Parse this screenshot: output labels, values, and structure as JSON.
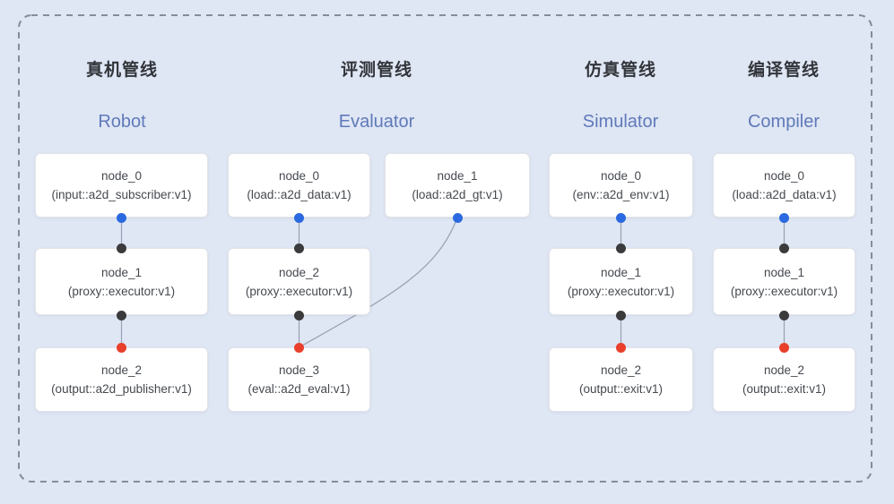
{
  "colors": {
    "background": "#dfe6f4",
    "border_dash": "#878d96",
    "node_bg": "#ffffff",
    "node_border": "#e3e4e8",
    "edge": "#97a1b2",
    "dot_blue": "#2b69e0",
    "dot_black": "#3b3b3d",
    "dot_red": "#e8402b",
    "title_cn": "#32353a",
    "title_en": "#5f7ab9",
    "node_text": "#45494f"
  },
  "pipelines": [
    {
      "id": "robot",
      "title_cn": "真机管线",
      "title_en": "Robot",
      "nodes": [
        {
          "name": "node_0",
          "type": "(input::a2d_subscriber:v1)"
        },
        {
          "name": "node_1",
          "type": "(proxy::executor:v1)"
        },
        {
          "name": "node_2",
          "type": "(output::a2d_publisher:v1)"
        }
      ]
    },
    {
      "id": "evaluator",
      "title_cn": "评测管线",
      "title_en": "Evaluator",
      "nodes": [
        {
          "name": "node_0",
          "type": "(load::a2d_data:v1)"
        },
        {
          "name": "node_1",
          "type": "(load::a2d_gt:v1)"
        },
        {
          "name": "node_2",
          "type": "(proxy::executor:v1)"
        },
        {
          "name": "node_3",
          "type": "(eval::a2d_eval:v1)"
        }
      ]
    },
    {
      "id": "simulator",
      "title_cn": "仿真管线",
      "title_en": "Simulator",
      "nodes": [
        {
          "name": "node_0",
          "type": "(env::a2d_env:v1)"
        },
        {
          "name": "node_1",
          "type": "(proxy::executor:v1)"
        },
        {
          "name": "node_2",
          "type": "(output::exit:v1)"
        }
      ]
    },
    {
      "id": "compiler",
      "title_cn": "编译管线",
      "title_en": "Compiler",
      "nodes": [
        {
          "name": "node_0",
          "type": "(load::a2d_data:v1)"
        },
        {
          "name": "node_1",
          "type": "(proxy::executor:v1)"
        },
        {
          "name": "node_2",
          "type": "(output::exit:v1)"
        }
      ]
    }
  ]
}
